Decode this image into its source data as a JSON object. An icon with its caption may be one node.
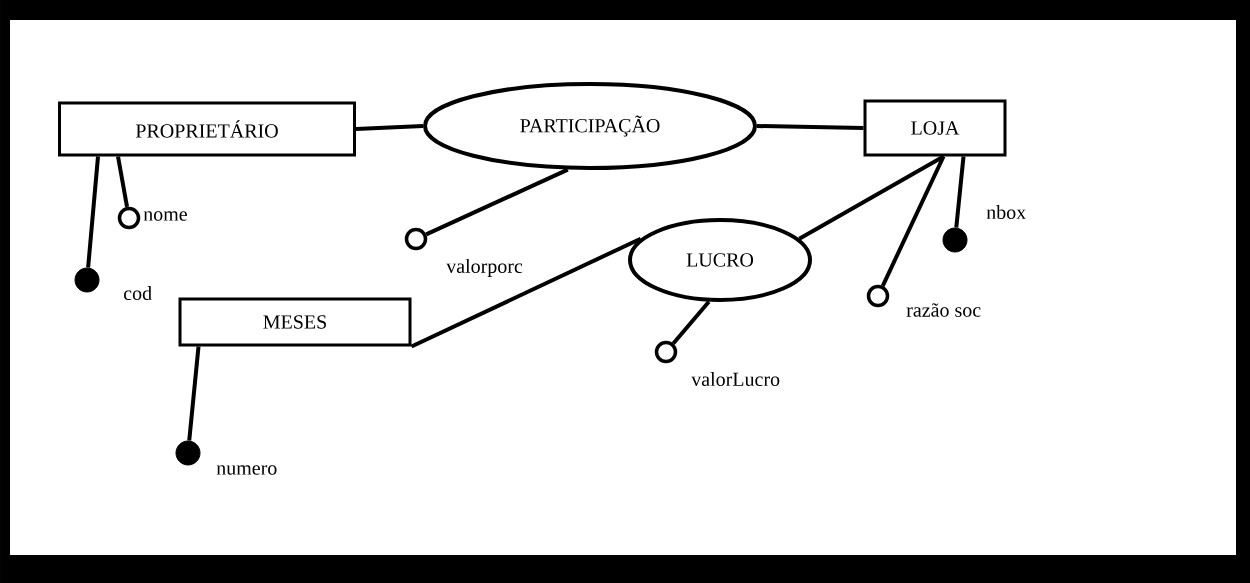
{
  "diagram": {
    "nodes": [
      {
        "text": [
          "PROPRIETÁRIO"
        ]
      },
      {
        "text": [
          "PARTICIPAÇÃO"
        ]
      },
      {
        "text": [
          "LOJA"
        ]
      },
      {
        "text": [],
        "shape": "circle",
        "beside": [
          "nome"
        ]
      },
      {
        "text": [],
        "shape": "circle",
        "beside": [
          "valorporc"
        ]
      },
      {
        "text": [
          "LUCRO"
        ]
      },
      {
        "text": [],
        "shape": "dot",
        "beside": [
          "nbox"
        ]
      },
      {
        "text": [],
        "shape": "dot",
        "beside": [
          "cod"
        ]
      },
      {
        "text": [],
        "shape": "circle",
        "beside": [
          "razão soc"
        ]
      },
      {
        "text": [
          "MESES"
        ]
      },
      {
        "text": [],
        "shape": "circle",
        "beside": [
          "valorLucro"
        ]
      },
      {
        "text": [],
        "shape": "dot",
        "beside": [
          "numero"
        ]
      }
    ],
    "edges": [
      {
        "from": 0,
        "to": 1,
        "arrow": "none"
      },
      {
        "from": 1,
        "to": 2,
        "arrow": "none"
      },
      {
        "from": 0,
        "to": 3,
        "arrow": "none"
      },
      {
        "from": 0,
        "to": 7,
        "arrow": "none"
      },
      {
        "from": 1,
        "to": 4,
        "arrow": "none"
      },
      {
        "from": 5,
        "to": 2,
        "arrow": "none"
      },
      {
        "from": 2,
        "to": 6,
        "arrow": "none"
      },
      {
        "from": 2,
        "to": 8,
        "arrow": "none"
      },
      {
        "from": 9,
        "to": 5,
        "arrow": "none"
      },
      {
        "from": 5,
        "to": 10,
        "arrow": "none"
      },
      {
        "from": 9,
        "to": 11,
        "arrow": "none"
      }
    ]
  }
}
